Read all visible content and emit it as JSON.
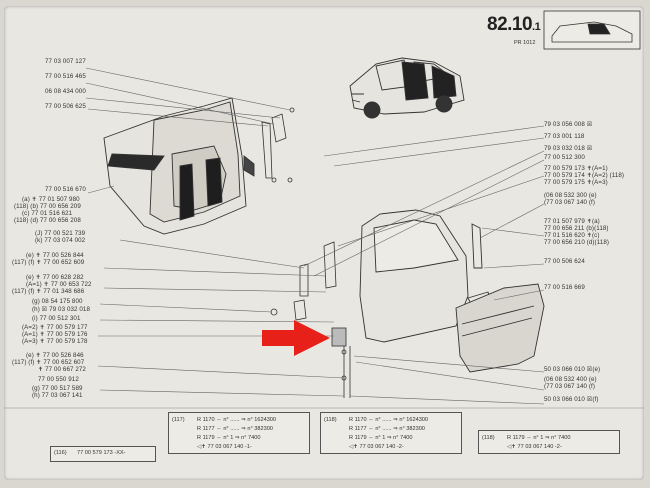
{
  "header": {
    "main": "82.10",
    "sub": ".1",
    "pr": "PR 1012"
  },
  "left_refs": [
    "77 03 007 127",
    "77 00 516 465",
    "06 08 434 000",
    "77 00 506 625",
    "77 00 516 670",
    "(a) ✝ 77 01 507 980",
    "(118) (b) 77 00 656 209",
    "(c) 77 01 516 621",
    "(118) (d) 77 00 656 208",
    "(J) 77 00 521 739",
    "(k) 77 03 074 002",
    "(e) ✝ 77 00 526 844",
    "(117) (f) ✝ 77 00 652 609",
    "(e) ✝ 77 00 628 282",
    "(A=1) ✝ 77 00 653 722",
    "(117) (f) ✝ 77 01 348 686",
    "(g) 08 54 175 800",
    "(h) ☒ 79 03 032 018",
    "(i) 77 00 512 301",
    "(A=2) ✝ 77 00 579 177",
    "(A=1) ✝ 77 00 579 176",
    "(A=3) ✝ 77 00 579 178",
    "(e) ✝ 77 00 526 846",
    "(117) (f) ✝ 77 00 652 607",
    "✝ 77 00 667 272",
    "77 00 550 912",
    "(g) 77 00 517 589",
    "(h) 77 03 067 141"
  ],
  "right_refs": [
    "79 03 056 008 ☒",
    "77 03 001 118",
    "79 03 032 018 ☒",
    "77 00 512 300",
    "77 00 579 173 ✝(A=1)",
    "77 00 579 174 ✝(A=2) (118)",
    "77 00 579 175 ✝(A=3)",
    "(06 08 532 300 (e)",
    "(77 03 067 140 (f)",
    "77 01 507 979 ✝(a)",
    "77 00 656 211 (b)(118)",
    "77 01 516 620 ✝(c)",
    "77 00 656 210 (d)(118)",
    "77 00 506 624",
    "77 00 516 669",
    "50 03 066 010 ☒(e)",
    "(06 08 532 400 (e)",
    "(77 03 067 140 (f)",
    "50 03 066 010 ☒(f)"
  ],
  "footer": {
    "left": {
      "code": "(116)",
      "ref": "77 00 579 173 -XX-"
    },
    "boxes": [
      {
        "code": "(117)",
        "lines": [
          "R 1170 ⇔ n° ...... ⇒ n° 1624300",
          "R 1177 ⇔ n° ...... ⇒ n° 382300",
          "R 1179 ⇔ n° 1 ⇒ n° 7400",
          "◁✝ 77 03 067 140 -1-"
        ]
      },
      {
        "code": "(118)",
        "lines": [
          "R 1170 ⇔ n° ...... ⇒ n° 1624300",
          "R 1177 ⇔ n° ...... ⇒ n° 382300",
          "R 1179 ⇔ n° 1 ⇒ n° 7400",
          "◁✝ 77 03 067 140 -2-"
        ]
      },
      {
        "code": "(118)",
        "lines": [
          "R 1179 ⇔ n° 1 ⇒ n° 7400",
          "◁✝ 77 03 067 140 -2-"
        ]
      }
    ]
  },
  "colors": {
    "arrow": "#e8201a",
    "paper": "#e9e7e1",
    "ink": "#333333"
  }
}
